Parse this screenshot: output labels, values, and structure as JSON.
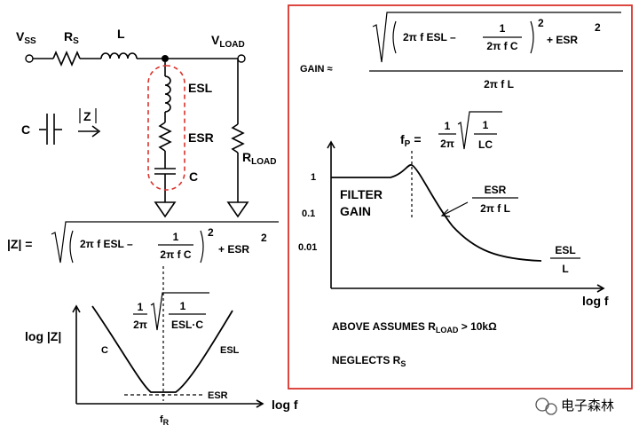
{
  "colors": {
    "ink": "#000000",
    "frame": "#d9332b",
    "dashed_loop": "#d9332b",
    "watermark": "#333333"
  },
  "circuit": {
    "vss_base": "V",
    "vss_sub": "SS",
    "rs_base": "R",
    "rs_sub": "S",
    "l": "L",
    "vload_base": "V",
    "vload_sub": "LOAD",
    "esl": "ESL",
    "esr": "ESR",
    "c": "C",
    "rload_base": "R",
    "rload_sub": "LOAD",
    "cap_legend_c": "C",
    "cap_legend_z": "Z"
  },
  "impedance_formula": {
    "lhs": "|Z| =",
    "term1": "2π f ESL  –",
    "frac_num": "1",
    "frac_den": "2π f C",
    "exp1": "2",
    "plus_esr": "+ ESR",
    "exp2": "2"
  },
  "impedance_plot": {
    "ylabel": "log |Z|",
    "xlabel": "log f",
    "left_label": "C",
    "right_label": "ESL",
    "floor_label": "ESR",
    "fr_base": "f",
    "fr_sub": "R",
    "fr_frac_num": "1",
    "fr_frac_den": "2π",
    "fr_root_num": "1",
    "fr_root_den": "ESL·C"
  },
  "gain_formula": {
    "lhs": "GAIN  ≈",
    "term1": "2π f ESL  –",
    "frac_num": "1",
    "frac_den": "2π f C",
    "exp1": "2",
    "plus_esr": "+ ESR",
    "exp2": "2",
    "denominator": "2π f L"
  },
  "gain_plot": {
    "fp_base": "f",
    "fp_sub": "P",
    "fp_eq": "=",
    "fp_frac_num": "1",
    "fp_frac_den": "2π",
    "fp_root_num": "1",
    "fp_root_den": "LC",
    "tick_1": "1",
    "tick_01": "0.1",
    "tick_001": "0.01",
    "filter_gain_1": "FILTER",
    "filter_gain_2": "GAIN",
    "esr_num": "ESR",
    "esr_den": "2π f L",
    "esl_num": "ESL",
    "esl_den": "L",
    "xlabel": "log f"
  },
  "notes": {
    "line1_pre": "ABOVE ASSUMES R",
    "line1_sub": "LOAD",
    "line1_post": " > 10kΩ",
    "line2_pre": "NEGLECTS R",
    "line2_sub": "S"
  },
  "watermark": {
    "text": "电子森林"
  }
}
